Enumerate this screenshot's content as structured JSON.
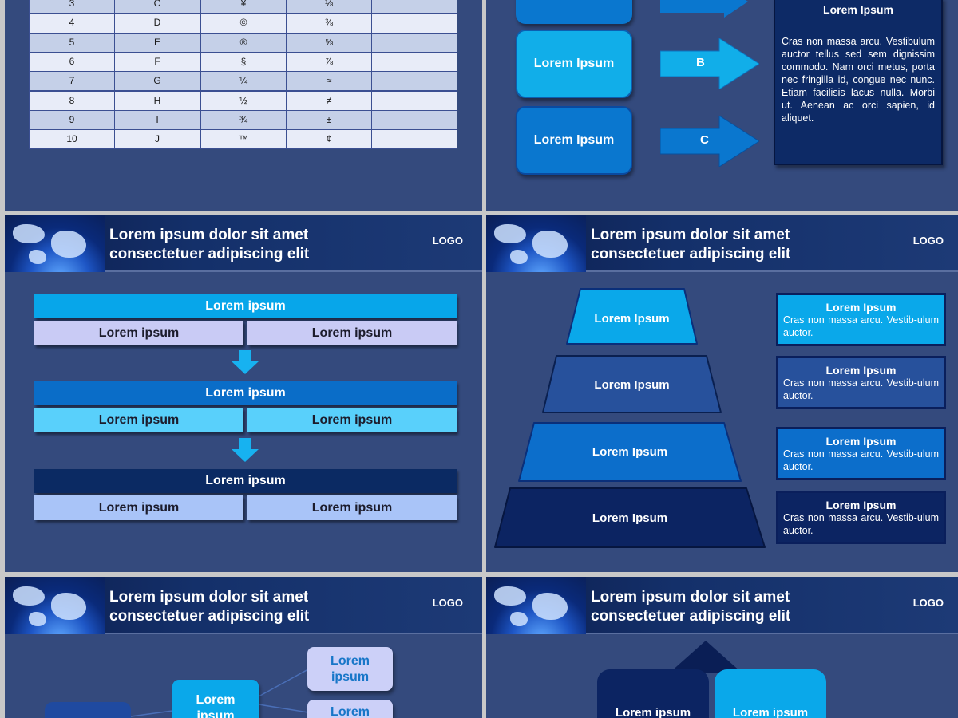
{
  "header": {
    "title_line1": "Lorem ipsum dolor sit amet",
    "title_line2": "consectetuer adipiscing elit",
    "logo": "LOGO"
  },
  "table_slide": {
    "rows": [
      [
        "3",
        "C",
        "¥",
        "⅛",
        ""
      ],
      [
        "4",
        "D",
        "©",
        "⅜",
        ""
      ],
      [
        "5",
        "E",
        "®",
        "⅝",
        ""
      ],
      [
        "6",
        "F",
        "§",
        "⅞",
        ""
      ],
      [
        "7",
        "G",
        "¼",
        "≈",
        ""
      ],
      [
        "8",
        "H",
        "½",
        "≠",
        ""
      ],
      [
        "9",
        "I",
        "¾",
        "±",
        ""
      ],
      [
        "10",
        "J",
        "™",
        "¢",
        ""
      ]
    ]
  },
  "arrows_slide": {
    "boxes": [
      "Lorem Ipsum",
      "Lorem Ipsum"
    ],
    "arrows": [
      "B",
      "C"
    ],
    "panel_title": "Lorem Ipsum",
    "panel_text": "Cras non massa arcu. Vestibulum auctor tellus sed sem dignissim commodo. Nam orci metus, porta nec fringilla id, congue nec nunc. Etiam facilisis lacus nulla. Morbi ut. Aenean ac orci sapien, id aliquet."
  },
  "flow_slide": {
    "groups": [
      {
        "title": "Lorem ipsum",
        "left": "Lorem ipsum",
        "right": "Lorem ipsum"
      },
      {
        "title": "Lorem ipsum",
        "left": "Lorem ipsum",
        "right": "Lorem ipsum"
      },
      {
        "title": "Lorem ipsum",
        "left": "Lorem ipsum",
        "right": "Lorem ipsum"
      }
    ]
  },
  "pyramid_slide": {
    "levels": [
      "Lorem Ipsum",
      "Lorem Ipsum",
      "Lorem Ipsum",
      "Lorem Ipsum"
    ],
    "items": [
      {
        "title": "Lorem Ipsum",
        "text": "Cras non massa arcu. Vestib-ulum auctor."
      },
      {
        "title": "Lorem Ipsum",
        "text": "Cras non massa arcu. Vestib-ulum auctor."
      },
      {
        "title": "Lorem Ipsum",
        "text": "Cras non massa arcu. Vestib-ulum auctor."
      },
      {
        "title": "Lorem Ipsum",
        "text": "Cras non massa arcu. Vestib-ulum auctor."
      }
    ]
  },
  "tree_slide": {
    "root": "Lorem ipsum",
    "children": [
      "Lorem ipsum",
      "Lorem ipsum"
    ]
  },
  "blocks_slide": {
    "left": "Lorem ipsum",
    "right": "Lorem ipsum"
  }
}
